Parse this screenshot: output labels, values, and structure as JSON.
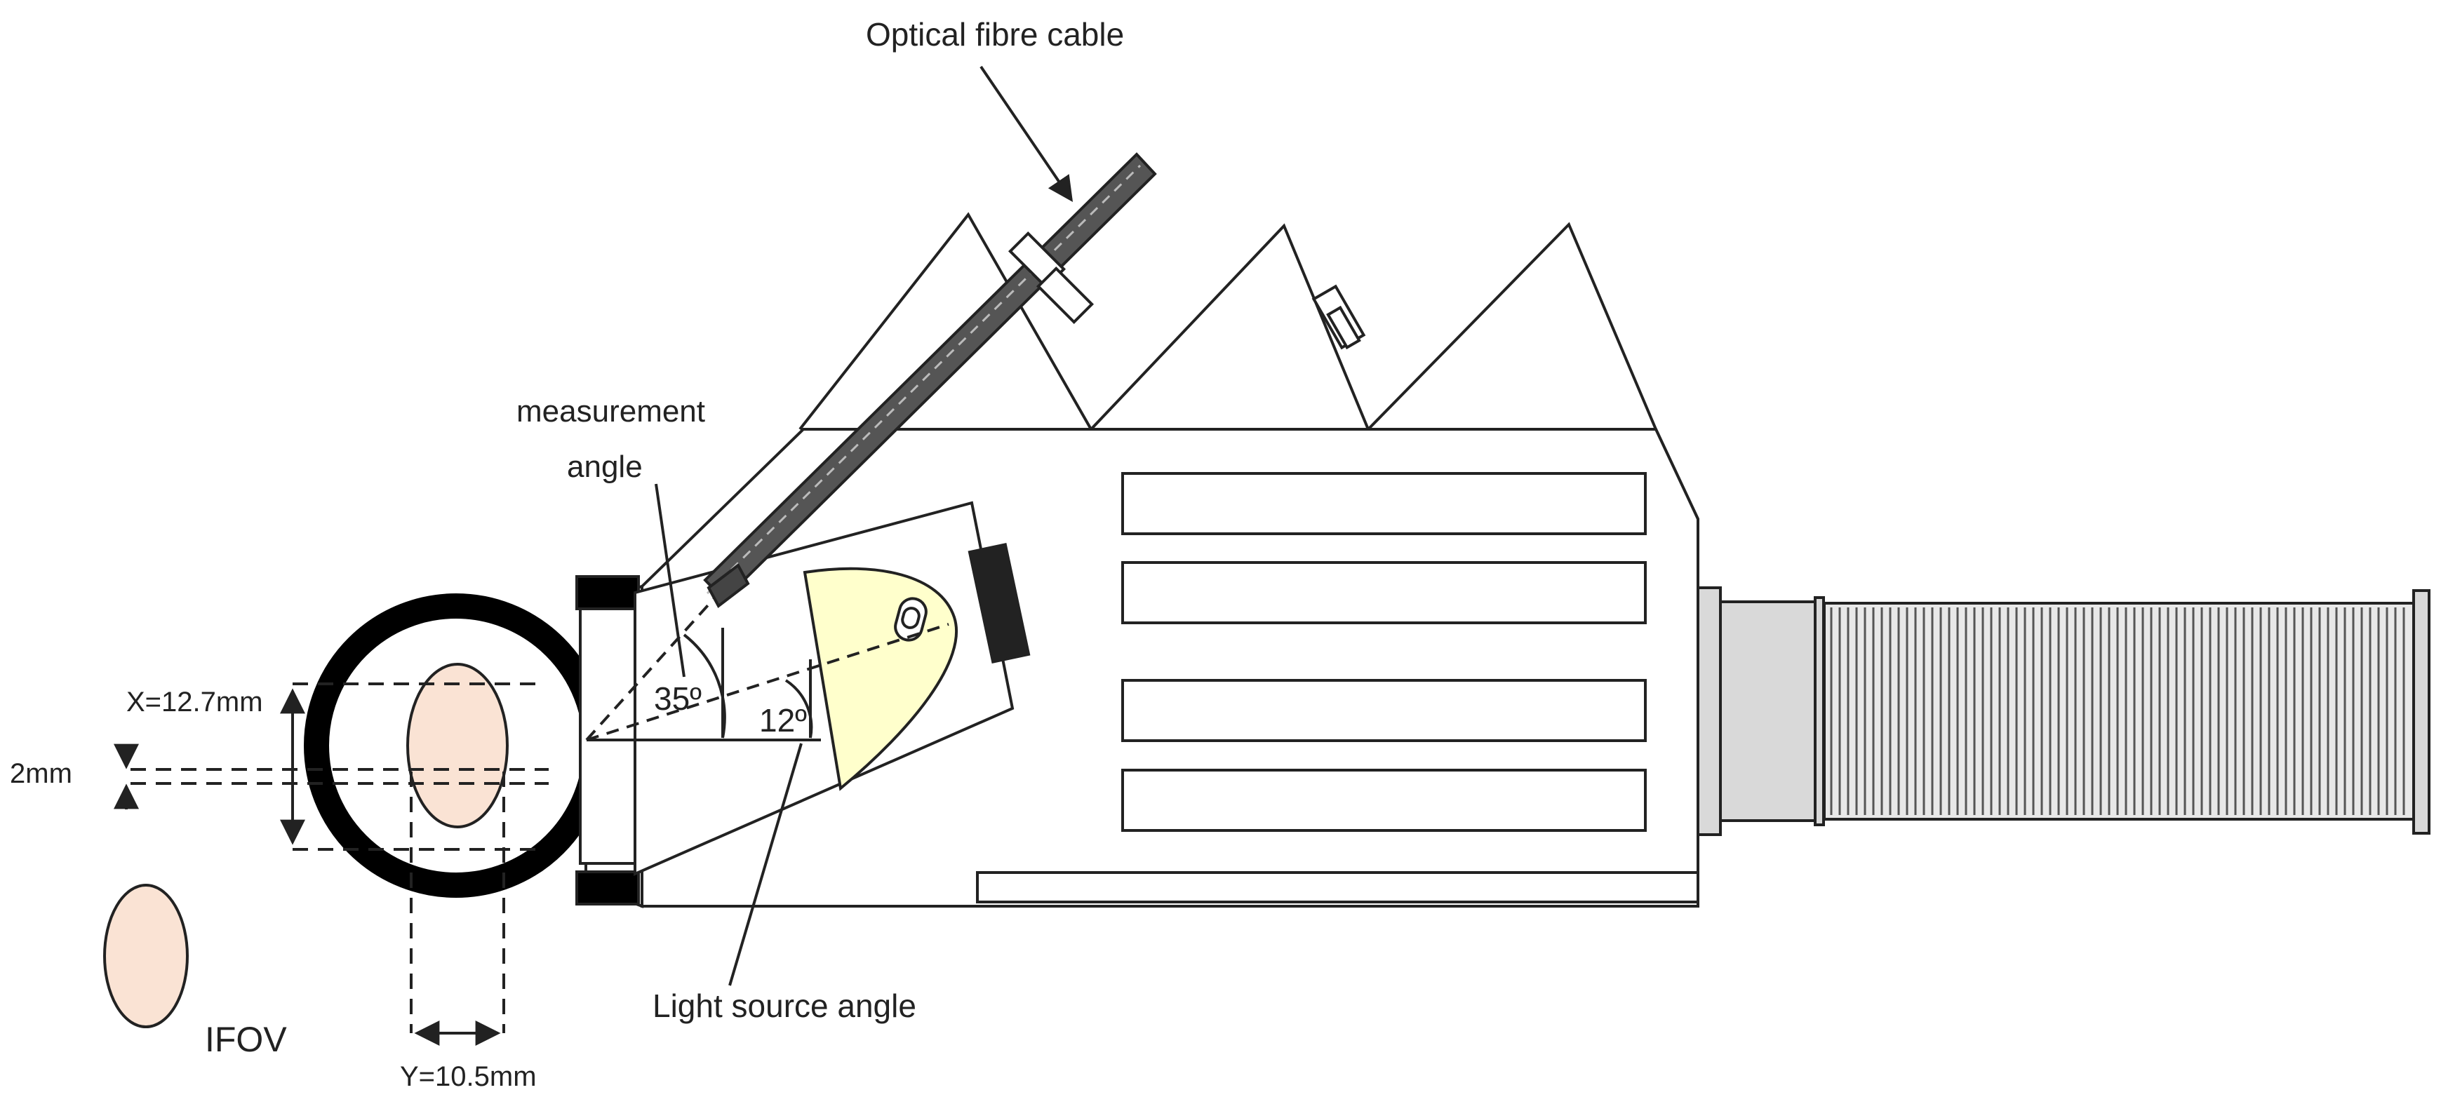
{
  "labels": {
    "optical_fibre_cable": "Optical fibre cable",
    "measurement_angle_line1": "measurement",
    "measurement_angle_line2": "angle",
    "light_source_angle": "Light source angle",
    "angle_35": "35º",
    "angle_12": "12º",
    "x_dimension": "X=12.7mm",
    "y_dimension": "Y=10.5mm",
    "gap_dimension": "2mm",
    "ifov": "IFOV"
  },
  "colors": {
    "outline": "#222222",
    "lamp_reflector": "#ffffcc",
    "ifov_spot": "#fae3d4",
    "fibre_cable": "#555555",
    "handle": "#d9d9d9"
  }
}
